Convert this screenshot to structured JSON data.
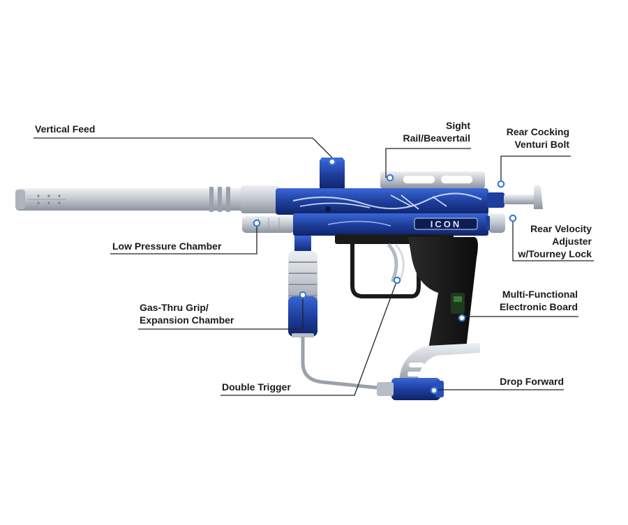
{
  "diagram": {
    "subject": "ICON",
    "colors": {
      "body_blue": "#1e3f9e",
      "body_blue_light": "#3a66d6",
      "silver": "#c9cdd4",
      "grip_black": "#151515",
      "callout_line": "#222222",
      "callout_dot": "#3a7bd5"
    },
    "brand_text": "ICON",
    "callouts": [
      {
        "id": "vertical-feed",
        "lines": [
          "Vertical Feed"
        ]
      },
      {
        "id": "sight-rail",
        "lines": [
          "Sight",
          "Rail/Beavertail"
        ]
      },
      {
        "id": "rear-cocking",
        "lines": [
          "Rear Cocking",
          "Venturi Bolt"
        ]
      },
      {
        "id": "low-pressure",
        "lines": [
          "Low Pressure Chamber"
        ]
      },
      {
        "id": "rear-velocity",
        "lines": [
          "Rear Velocity",
          "Adjuster",
          "w/Tourney Lock"
        ]
      },
      {
        "id": "gas-thru-grip",
        "lines": [
          "Gas-Thru Grip/",
          "Expansion Chamber"
        ]
      },
      {
        "id": "electronic-board",
        "lines": [
          "Multi-Functional",
          "Electronic Board"
        ]
      },
      {
        "id": "double-trigger",
        "lines": [
          "Double Trigger"
        ]
      },
      {
        "id": "drop-forward",
        "lines": [
          "Drop Forward"
        ]
      }
    ]
  }
}
